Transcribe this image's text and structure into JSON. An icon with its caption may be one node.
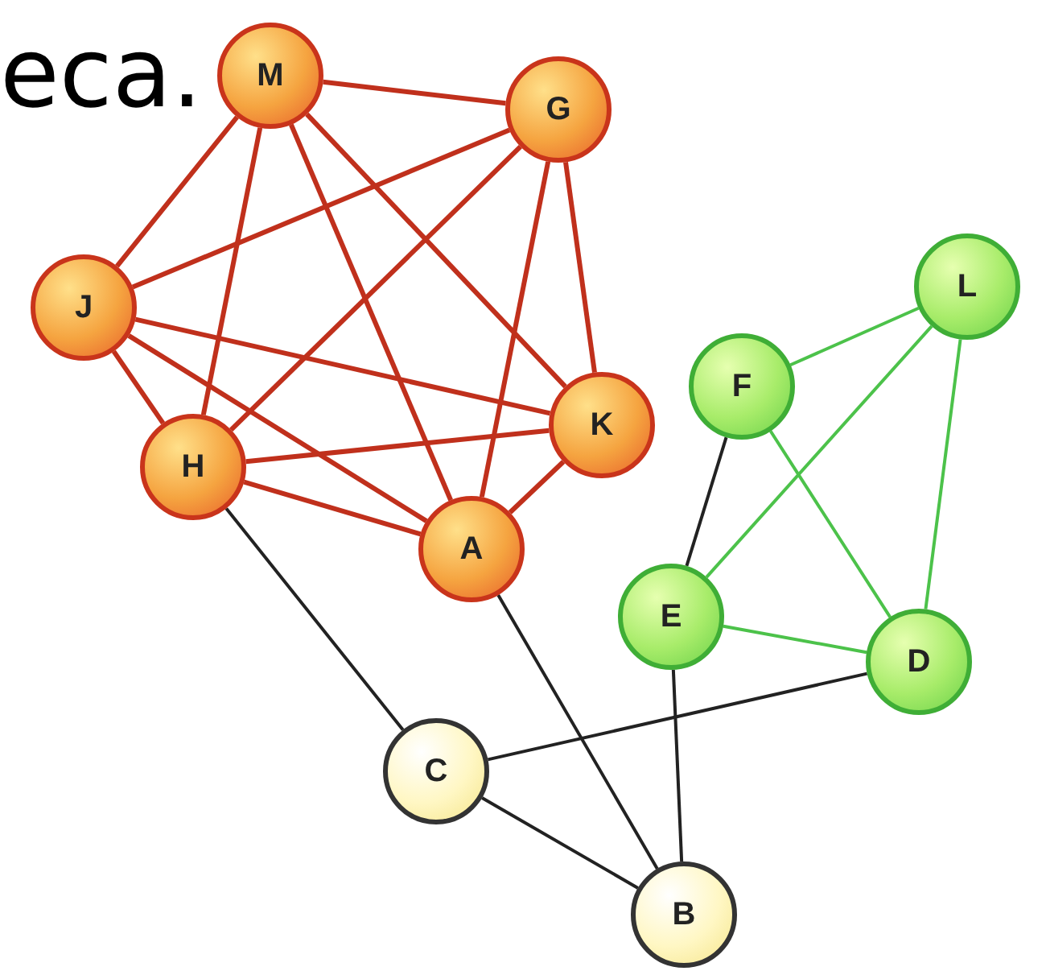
{
  "diagram": {
    "nodes": [
      {
        "text": [
          "M"
        ]
      },
      {
        "text": [
          "G"
        ]
      },
      {
        "text": [
          "J"
        ]
      },
      {
        "text": [
          "K"
        ]
      },
      {
        "text": [
          "H"
        ]
      },
      {
        "text": [
          "A"
        ]
      },
      {
        "text": [
          "F"
        ]
      },
      {
        "text": [
          "L"
        ]
      },
      {
        "text": [
          "E"
        ]
      },
      {
        "text": [
          "D"
        ]
      },
      {
        "text": [
          "C"
        ]
      },
      {
        "text": [
          "B"
        ]
      }
    ],
    "edges": [
      {
        "from": 0,
        "to": 1,
        "arrow": "none"
      },
      {
        "from": 0,
        "to": 2,
        "arrow": "none"
      },
      {
        "from": 0,
        "to": 3,
        "arrow": "none"
      },
      {
        "from": 0,
        "to": 4,
        "arrow": "none"
      },
      {
        "from": 0,
        "to": 5,
        "arrow": "none"
      },
      {
        "from": 1,
        "to": 2,
        "arrow": "none"
      },
      {
        "from": 1,
        "to": 3,
        "arrow": "none"
      },
      {
        "from": 1,
        "to": 4,
        "arrow": "none"
      },
      {
        "from": 1,
        "to": 5,
        "arrow": "none"
      },
      {
        "from": 2,
        "to": 3,
        "arrow": "none"
      },
      {
        "from": 2,
        "to": 4,
        "arrow": "none"
      },
      {
        "from": 2,
        "to": 5,
        "arrow": "none"
      },
      {
        "from": 3,
        "to": 4,
        "arrow": "none"
      },
      {
        "from": 3,
        "to": 5,
        "arrow": "none"
      },
      {
        "from": 4,
        "to": 5,
        "arrow": "none"
      },
      {
        "from": 6,
        "to": 7,
        "arrow": "none",
        "color": "#4cc24a"
      },
      {
        "from": 6,
        "to": 9,
        "arrow": "none",
        "color": "#4cc24a"
      },
      {
        "from": 7,
        "to": 8,
        "arrow": "none",
        "color": "#4cc24a"
      },
      {
        "from": 7,
        "to": 9,
        "arrow": "none",
        "color": "#4cc24a"
      },
      {
        "from": 8,
        "to": 9,
        "arrow": "none",
        "color": "#4cc24a"
      },
      {
        "from": 6,
        "to": 8,
        "arrow": "none",
        "color": "#222222"
      },
      {
        "from": 4,
        "to": 10,
        "arrow": "none",
        "color": "#222222"
      },
      {
        "from": 5,
        "to": 11,
        "arrow": "none",
        "color": "#222222"
      },
      {
        "from": 8,
        "to": 11,
        "arrow": "none",
        "color": "#222222"
      },
      {
        "from": 10,
        "to": 9,
        "arrow": "none",
        "color": "#222222"
      },
      {
        "from": 10,
        "to": 11,
        "arrow": "none",
        "color": "#222222"
      }
    ],
    "labels": [
      "eca."
    ]
  }
}
